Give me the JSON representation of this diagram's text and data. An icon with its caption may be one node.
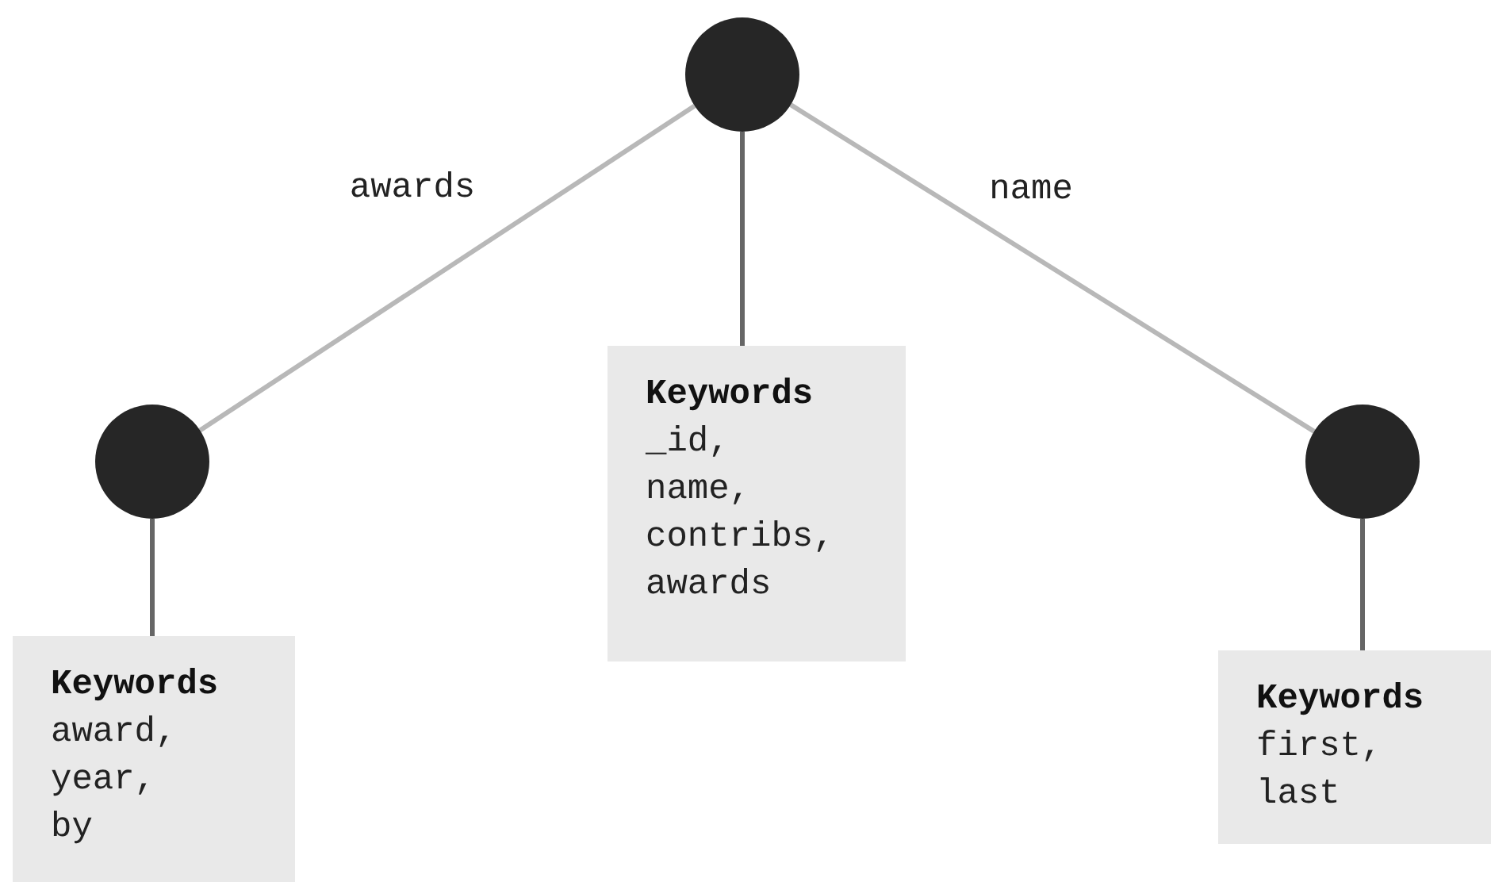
{
  "diagram": {
    "nodes": [
      {
        "text": [],
        "shape": "circle"
      },
      {
        "text": [],
        "shape": "circle"
      },
      {
        "text": [
          "Keywords",
          "_id, name, contribs, awards"
        ]
      },
      {
        "text": [],
        "shape": "circle"
      },
      {
        "text": [
          "Keywords",
          "award, year, by"
        ]
      },
      {
        "text": [
          "Keywords",
          "first, last"
        ]
      }
    ],
    "edges": [
      {
        "from": 0,
        "to": 1,
        "arrow": "none",
        "label": "awards",
        "color": "#b8b8b8"
      },
      {
        "from": 0,
        "to": 2,
        "arrow": "none"
      },
      {
        "from": 0,
        "to": 3,
        "arrow": "none",
        "label": "name",
        "color": "#b8b8b8"
      },
      {
        "from": 1,
        "to": 4,
        "arrow": "none"
      },
      {
        "from": 3,
        "to": 5,
        "arrow": "none"
      }
    ]
  }
}
